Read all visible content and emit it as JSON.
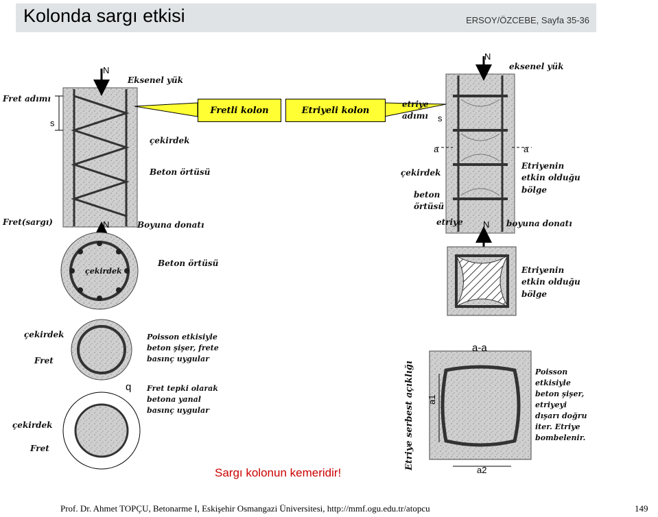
{
  "header": {
    "title": "Kolonda sargı etkisi",
    "reference": "ERSOY/ÖZCEBE, Sayfa 35-36"
  },
  "callouts": {
    "spiral_column": "Fretli kolon",
    "tied_column": "Etriyeli kolon"
  },
  "left_elevation": {
    "load_symbol": "N",
    "load_label": "Eksenel yük",
    "pitch_label": "Fret adımı",
    "pitch_symbol": "s",
    "core_label": "çekirdek",
    "cover_label": "Beton örtüsü",
    "spiral_label": "Fret(sargı)",
    "bottom_symbol": "N",
    "long_bar_label": "Boyuna donatı"
  },
  "right_elevation": {
    "load_symbol": "N",
    "load_label": "eksenel yük",
    "tie_pitch_label": "etriye adımı",
    "pitch_symbol": "s",
    "section_mark_left": "a",
    "section_mark_right": "a",
    "core_label": "çekirdek",
    "cover_label": "beton örtüsü",
    "tie_label": "etriye",
    "bottom_symbol": "N",
    "effective_zone_label": "Etriyenin etkin olduğu bölge",
    "long_bar_label": "boyuna donatı"
  },
  "left_section": {
    "core_label": "çekirdek",
    "cover_label": "Beton örtüsü"
  },
  "right_section": {
    "effective_zone_label": "Etriyenin etkin olduğu bölge"
  },
  "spiral_behavior": {
    "core_label_1": "çekirdek",
    "spiral_label_1": "Fret",
    "note_1": "Poisson etkisiyle beton şişer, frete basınç uygular",
    "pressure_symbol": "q",
    "note_2": "Fret tepki olarak betona yanal basınç uygular",
    "core_label_2": "çekirdek",
    "spiral_label_2": "Fret"
  },
  "tie_behavior": {
    "section_title": "a-a",
    "side_label": "Etriye serbest açıklığı",
    "dim_a1": "a1",
    "dim_a2": "a2",
    "note": "Poisson etkisiyle beton şişer, etriyeyi dışarı doğru iter. Etriye bombelenir."
  },
  "slogan": "Sargı kolonun kemeridir!",
  "footer": {
    "text": "Prof. Dr. Ahmet TOPÇU, Betonarme I, Eskişehir Osmangazi Üniversitesi, http://mmf.ogu.edu.tr/atopcu",
    "page": "149"
  },
  "colors": {
    "title_bar": "#dfe3e6",
    "callout_fill": "#ffff33",
    "slogan": "#cc0000",
    "concrete": "#c9c9c9",
    "steel": "#333333"
  }
}
